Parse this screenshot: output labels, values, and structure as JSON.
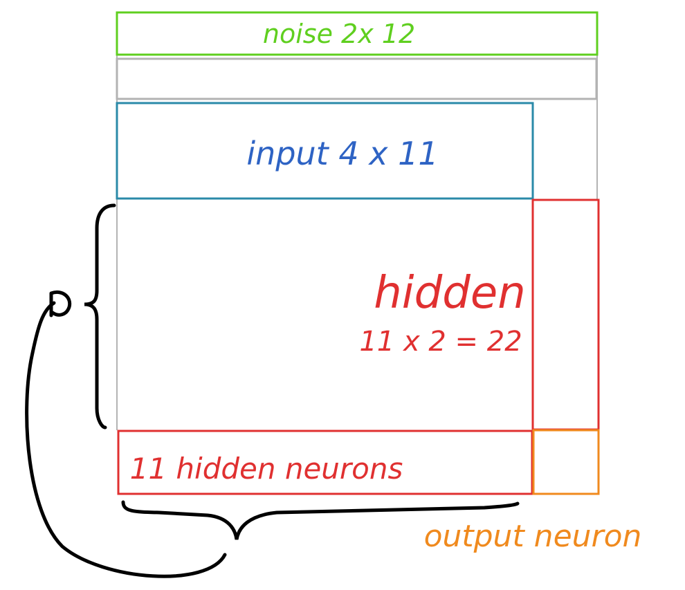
{
  "labels": {
    "noise": "noise 2x 12",
    "input": "input 4 x 11",
    "hidden_title": "hidden",
    "hidden_formula": "11 x 2 = 22",
    "hidden_neurons": "11 hidden neurons",
    "output_neuron": "output neuron"
  },
  "colors": {
    "noise": "#5fcf1f",
    "spacer": "#b3b3b3",
    "input": "#2a8aa8",
    "input_text": "#2e63c4",
    "hidden": "#e03030",
    "output": "#f08a1e",
    "ink": "#000000"
  }
}
